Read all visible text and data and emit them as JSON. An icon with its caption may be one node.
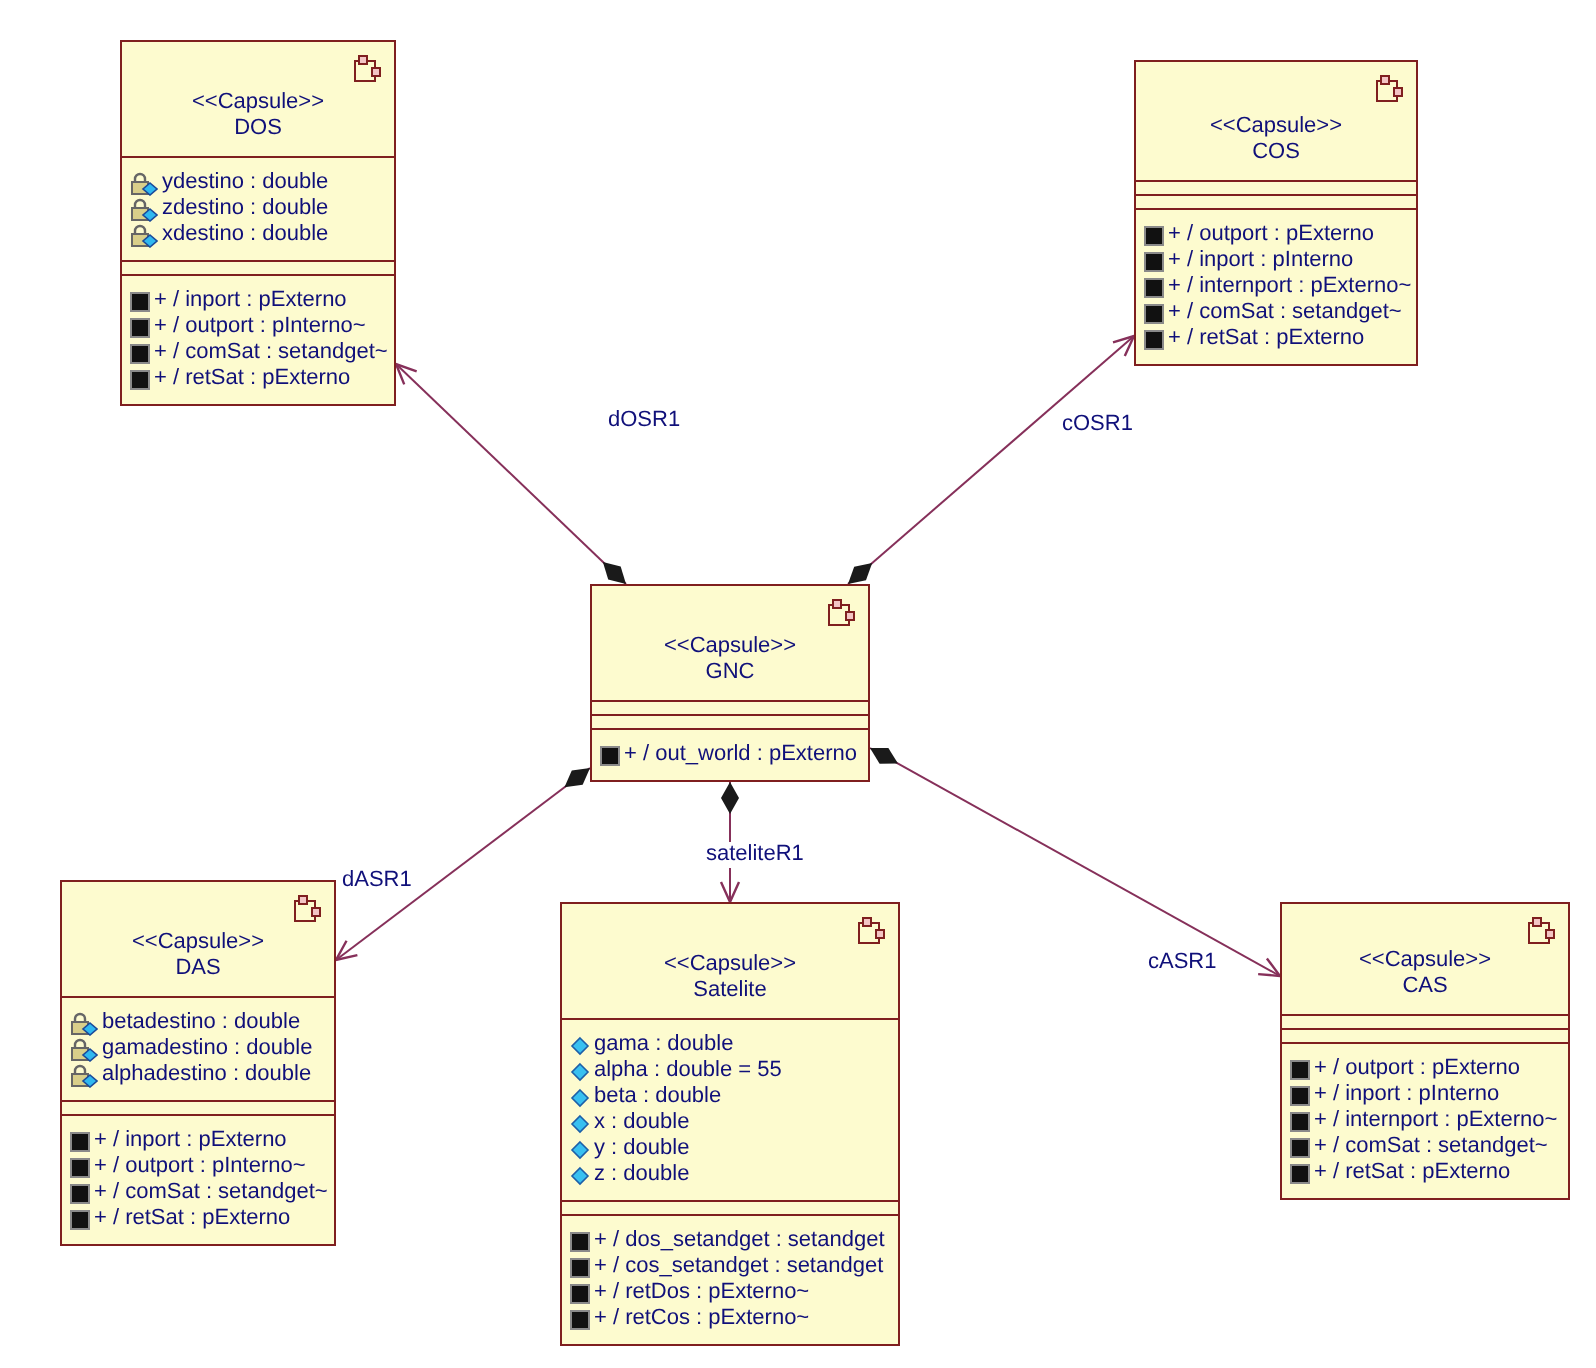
{
  "diagram": {
    "nodes": [
      {
        "text": [
          "<<Capsule>>",
          "DOS"
        ]
      },
      {
        "text": [
          "ydestino : double",
          "zdestino : double",
          "xdestino : double"
        ],
        "in": 0
      },
      {
        "text": [],
        "shape": "box",
        "in": 0
      },
      {
        "text": [
          "+ / inport : pExterno",
          "+ / outport : pInterno~",
          "+ / comSat : setandget~",
          "+ / retSat : pExterno"
        ],
        "in": 0
      },
      {
        "text": [
          "<<Capsule>>",
          "COS"
        ]
      },
      {
        "text": [],
        "shape": "box",
        "in": 4
      },
      {
        "text": [],
        "shape": "box",
        "in": 4
      },
      {
        "text": [
          "+ / outport : pExterno",
          "+ / inport : pInterno",
          "+ / internport : pExterno~",
          "+ / comSat : setandget~",
          "+ / retSat : pExterno"
        ],
        "in": 4
      },
      {
        "text": [
          "<<Capsule>>",
          "GNC"
        ]
      },
      {
        "text": [],
        "shape": "box",
        "in": 8
      },
      {
        "text": [],
        "shape": "box",
        "in": 8
      },
      {
        "text": [
          "+ / out_world : pExterno"
        ],
        "in": 8
      },
      {
        "text": [
          "<<Capsule>>",
          "DAS"
        ]
      },
      {
        "text": [
          "betadestino : double",
          "gamadestino : double",
          "alphadestino : double"
        ],
        "in": 12
      },
      {
        "text": [],
        "shape": "box",
        "in": 12
      },
      {
        "text": [
          "+ / inport : pExterno",
          "+ / outport : pInterno~",
          "+ / comSat : setandget~",
          "+ / retSat : pExterno"
        ],
        "in": 12
      },
      {
        "text": [
          "<<Capsule>>",
          "Satelite"
        ]
      },
      {
        "text": [
          "gama : double",
          "alpha : double = 55",
          "beta : double",
          "x : double",
          "y : double",
          "z : double"
        ],
        "in": 16
      },
      {
        "text": [],
        "shape": "box",
        "in": 16
      },
      {
        "text": [
          "+ / dos_setandget : setandget",
          "+ / cos_setandget : setandget",
          "+ / retDos : pExterno~",
          "+ / retCos : pExterno~"
        ],
        "in": 16
      },
      {
        "text": [
          "<<Capsule>>",
          "CAS"
        ]
      },
      {
        "text": [],
        "shape": "box",
        "in": 20
      },
      {
        "text": [],
        "shape": "box",
        "in": 20
      },
      {
        "text": [
          "+ / outport : pExterno",
          "+ / inport : pInterno",
          "+ / internport : pExterno~",
          "+ / comSat : setandget~",
          "+ / retSat : pExterno"
        ],
        "in": 20
      }
    ],
    "edges": [
      {
        "from": 8,
        "to": 0,
        "arrow": "to",
        "label": "dOSR1"
      },
      {
        "from": 8,
        "to": 4,
        "arrow": "to",
        "label": "cOSR1"
      },
      {
        "from": 8,
        "to": 12,
        "arrow": "to",
        "label": "dASR1"
      },
      {
        "from": 8,
        "to": 16,
        "arrow": "to",
        "label": "sateliteR1"
      },
      {
        "from": 8,
        "to": 20,
        "arrow": "to",
        "label": "cASR1"
      }
    ]
  }
}
